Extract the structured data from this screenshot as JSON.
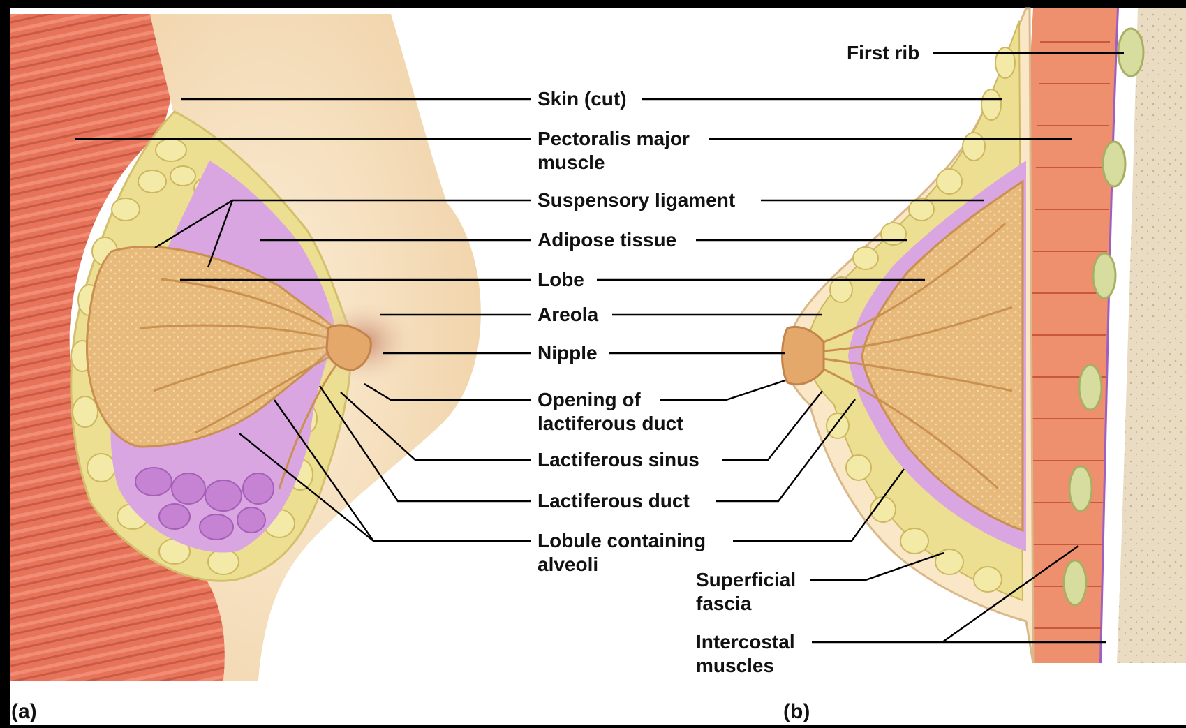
{
  "colors": {
    "background": "#000000",
    "panel": "#ffffff",
    "muscle": "#e7735a",
    "skin": "#f9e7c8",
    "adipose": "#ecdf92",
    "gland": "#e7b97a",
    "fascia": "#d9a6e2",
    "rib": "#d7dc9f",
    "leader": "#000000"
  },
  "labels": {
    "skin_cut": "Skin (cut)",
    "pectoralis_1": "Pectoralis major",
    "pectoralis_2": "muscle",
    "suspensory": "Suspensory ligament",
    "adipose": "Adipose tissue",
    "lobe": "Lobe",
    "areola": "Areola",
    "nipple": "Nipple",
    "opening_1": "Opening of",
    "opening_2": "lactiferous duct",
    "sinus": "Lactiferous sinus",
    "duct": "Lactiferous duct",
    "lobule_1": "Lobule containing",
    "lobule_2": "alveoli",
    "first_rib": "First rib",
    "fascia_1": "Superficial",
    "fascia_2": "fascia",
    "intercostal_1": "Intercostal",
    "intercostal_2": "muscles",
    "panel_a": "(a)",
    "panel_b": "(b)"
  }
}
